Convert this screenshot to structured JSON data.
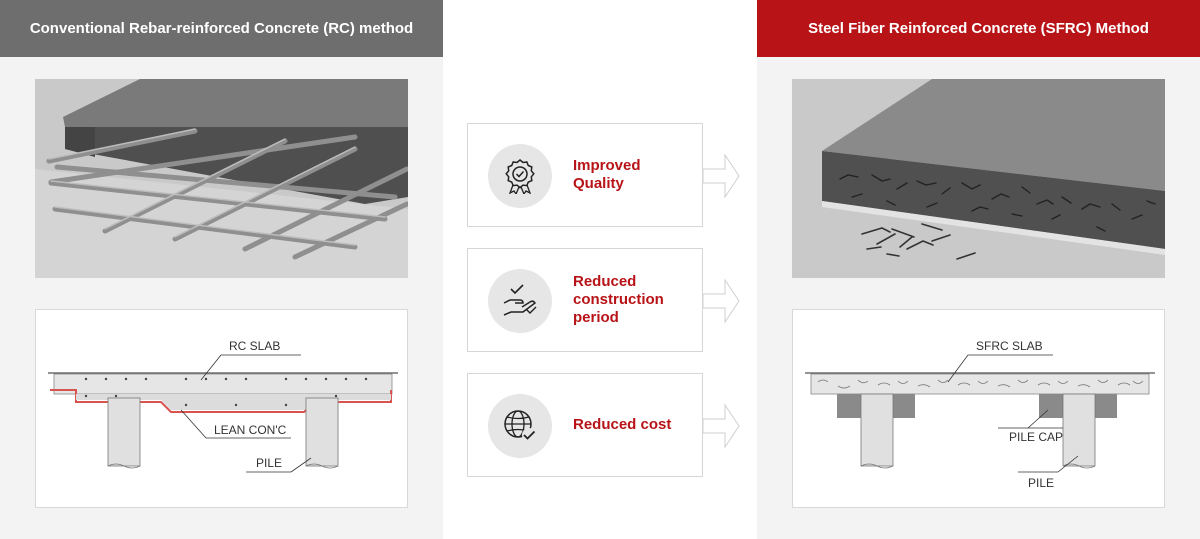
{
  "left_panel": {
    "title": "Conventional Rebar-reinforced Concrete (RC) method",
    "labels": {
      "slab": "RC SLAB",
      "lean": "LEAN CON'C",
      "pile": "PILE"
    }
  },
  "right_panel": {
    "title": "Steel Fiber Reinforced Concrete (SFRC) Method",
    "labels": {
      "slab": "SFRC SLAB",
      "pile_cap": "PILE CAP",
      "pile": "PILE"
    }
  },
  "benefits": [
    {
      "icon": "award-badge-icon",
      "label": "Improved Quality"
    },
    {
      "icon": "hand-check-icon",
      "label": "Reduced construction period"
    },
    {
      "icon": "globe-check-icon",
      "label": "Reduced cost"
    }
  ],
  "colors": {
    "rc_header": "#6e6e6e",
    "sfrc_header": "#b81418",
    "accent_text": "#b81418"
  }
}
